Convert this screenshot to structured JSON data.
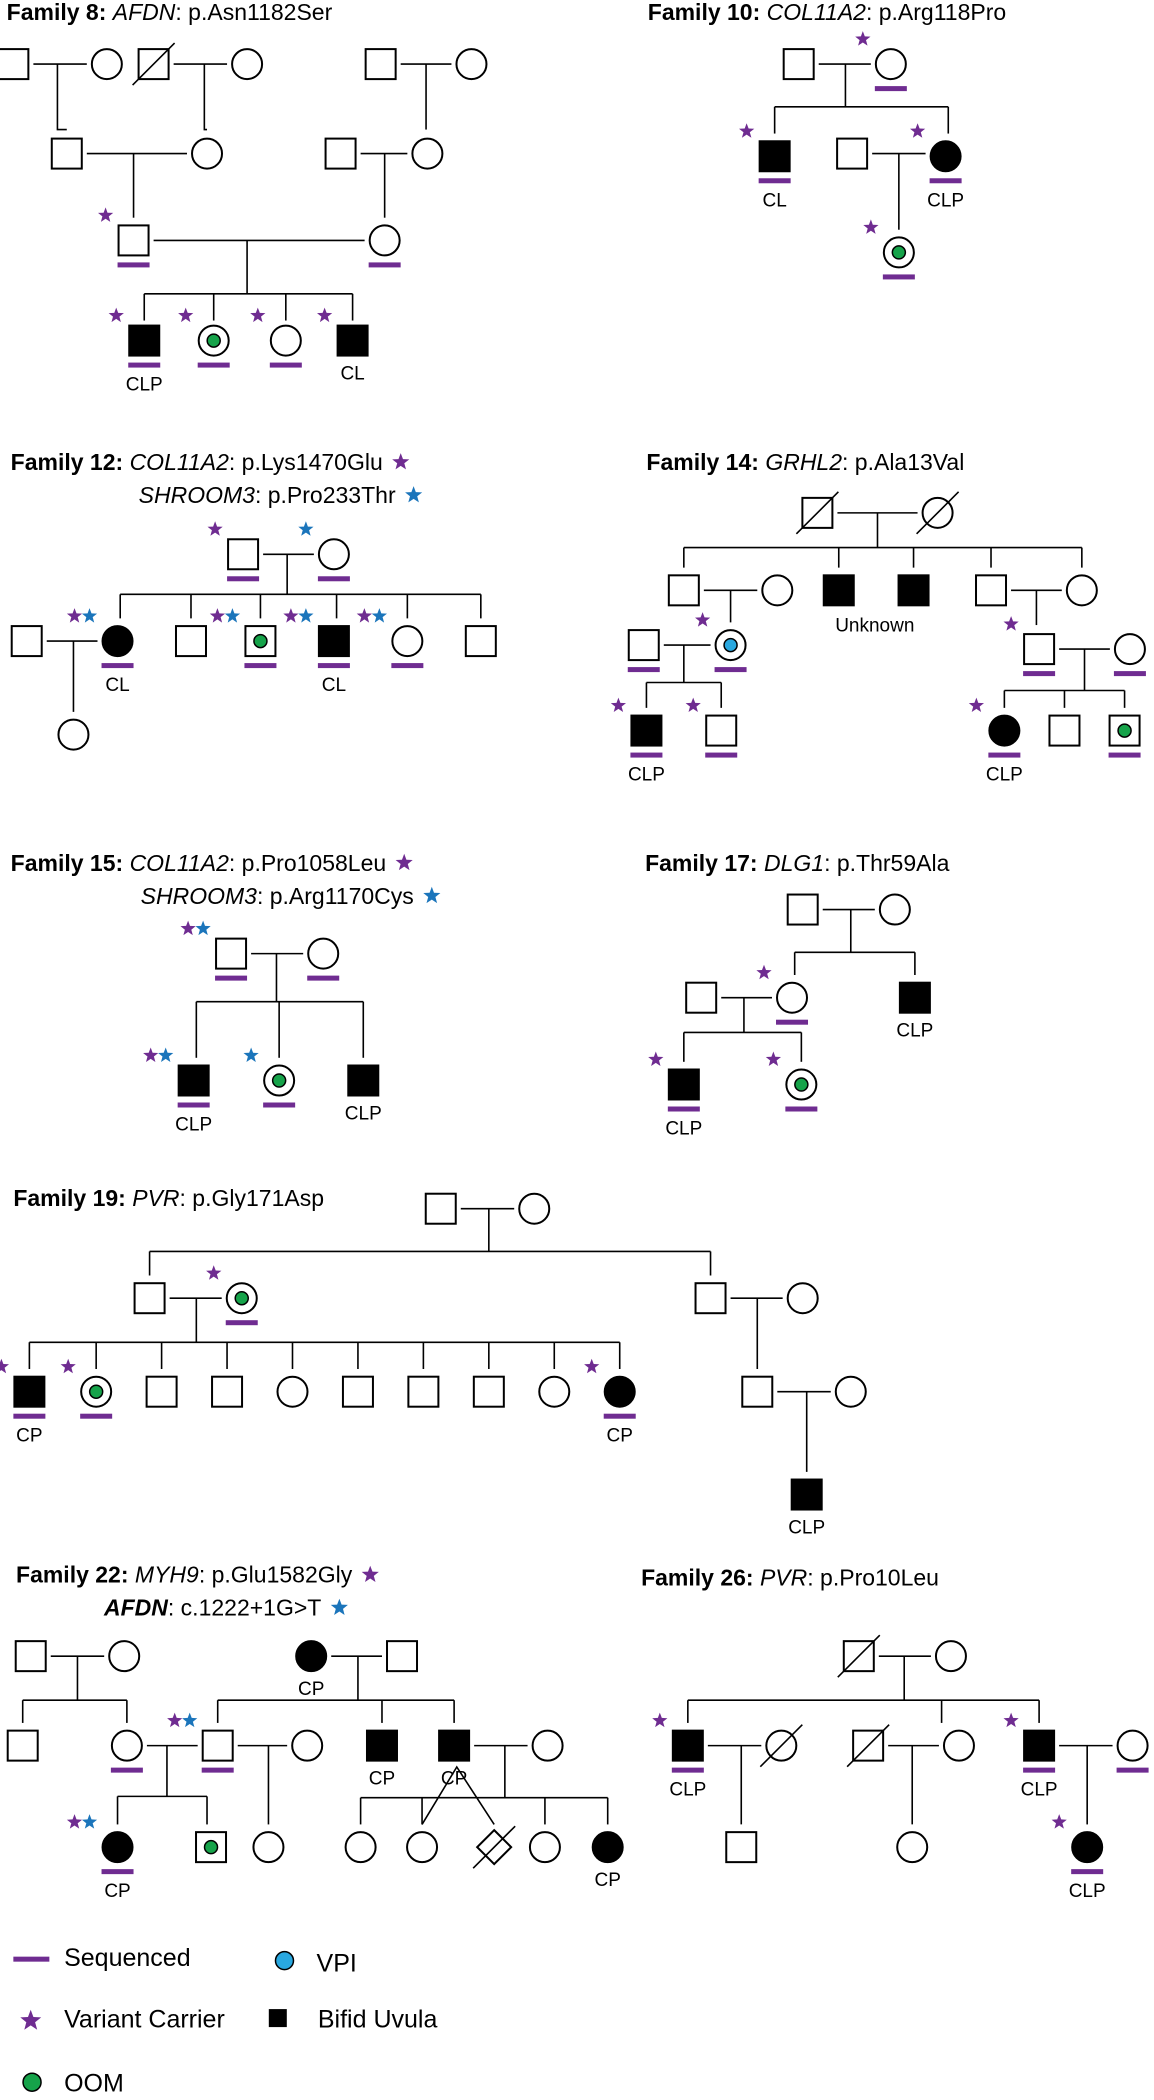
{
  "colors": {
    "sequenced": "#6f2c91",
    "variant_carrier_primary": "#6f2c91",
    "variant_carrier_secondary": "#1b75bb",
    "oom": "#16a34a",
    "vpi": "#29a8e0",
    "affected": "#000000"
  },
  "families": [
    {
      "heading": "Family 8:",
      "lines": [
        {
          "gene": "AFDN",
          "variant": ": p.Asn1182Ser"
        }
      ]
    },
    {
      "heading": "Family 10:",
      "lines": [
        {
          "gene": "COL11A2",
          "variant": ": p.Arg118Pro"
        }
      ]
    },
    {
      "heading": "Family 12:",
      "lines": [
        {
          "gene": "COL11A2",
          "variant": ": p.Lys1470Glu"
        },
        {
          "gene": "SHROOM3",
          "variant": ": p.Pro233Thr"
        }
      ]
    },
    {
      "heading": "Family 14:",
      "lines": [
        {
          "gene": "GRHL2",
          "variant": ": p.Ala13Val"
        }
      ]
    },
    {
      "heading": "Family 15:",
      "lines": [
        {
          "gene": "COL11A2",
          "variant": ": p.Pro1058Leu"
        },
        {
          "gene": "SHROOM3",
          "variant": ": p.Arg1170Cys"
        }
      ]
    },
    {
      "heading": "Family 17:",
      "lines": [
        {
          "gene": "DLG1",
          "variant": ": p.Thr59Ala"
        }
      ]
    },
    {
      "heading": "Family 19:",
      "lines": [
        {
          "gene": "PVR",
          "variant": ": p.Gly171Asp"
        }
      ]
    },
    {
      "heading": "Family 22:",
      "lines": [
        {
          "gene": "MYH9",
          "variant": ": p.Glu1582Gly"
        },
        {
          "gene": "AFDN",
          "variant": ": c.1222+1G>T"
        }
      ]
    },
    {
      "heading": "Family 26:",
      "lines": [
        {
          "gene": "PVR",
          "variant": ": p.Pro10Leu"
        }
      ]
    }
  ],
  "phenotype_labels": {
    "clp": "CLP",
    "cl": "CL",
    "cp": "CP",
    "unknown": "Unknown"
  },
  "legend": {
    "sequenced": "Sequenced",
    "vpi": "VPI",
    "variant_carrier": "Variant Carrier",
    "bifid_uvula": "Bifid Uvula",
    "oom": "OOM"
  }
}
